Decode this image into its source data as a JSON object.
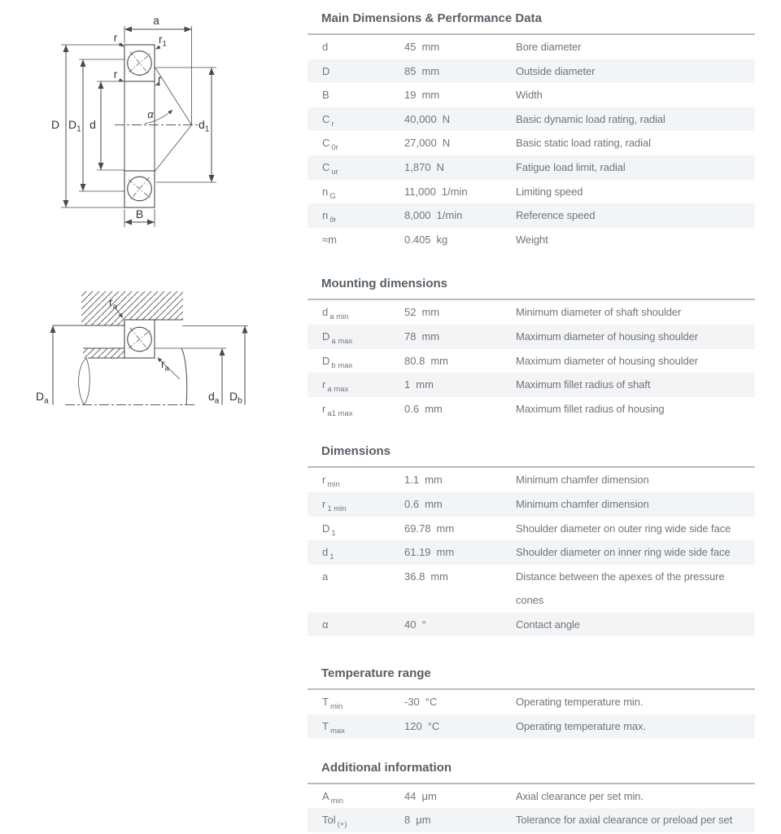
{
  "colors": {
    "section_header": "#575f66",
    "row_text": "#6f767c",
    "row_alt_bg": "#f3f4f6",
    "divider": "#b9bcbe",
    "diagram_stroke": "#4a4a4a"
  },
  "sections": [
    {
      "title": "Main Dimensions & Performance Data",
      "rows": [
        {
          "sym": "d",
          "sub": "",
          "value": "45",
          "unit": "mm",
          "desc": "Bore diameter"
        },
        {
          "sym": "D",
          "sub": "",
          "value": "85",
          "unit": "mm",
          "desc": "Outside diameter"
        },
        {
          "sym": "B",
          "sub": "",
          "value": "19",
          "unit": "mm",
          "desc": "Width"
        },
        {
          "sym": "C",
          "sub": "r",
          "value": "40,000",
          "unit": "N",
          "desc": "Basic dynamic load rating, radial"
        },
        {
          "sym": "C",
          "sub": "0r",
          "value": "27,000",
          "unit": "N",
          "desc": "Basic static load rating, radial"
        },
        {
          "sym": "C",
          "sub": "ur",
          "value": "1,870",
          "unit": "N",
          "desc": "Fatigue load limit, radial"
        },
        {
          "sym": "n",
          "sub": "G",
          "value": "11,000",
          "unit": "1/min",
          "desc": "Limiting speed"
        },
        {
          "sym": "n",
          "sub": "ϑr",
          "value": "8,000",
          "unit": "1/min",
          "desc": "Reference speed"
        },
        {
          "sym": "≈m",
          "sub": "",
          "value": "0.405",
          "unit": "kg",
          "desc": "Weight"
        }
      ]
    },
    {
      "title": "Mounting dimensions",
      "rows": [
        {
          "sym": "d",
          "sub": "a min",
          "value": "52",
          "unit": "mm",
          "desc": "Minimum diameter of shaft shoulder"
        },
        {
          "sym": "D",
          "sub": "a max",
          "value": "78",
          "unit": "mm",
          "desc": "Maximum diameter of housing shoulder"
        },
        {
          "sym": "D",
          "sub": "b max",
          "value": "80.8",
          "unit": "mm",
          "desc": "Maximum diameter of housing shoulder"
        },
        {
          "sym": "r",
          "sub": "a max",
          "value": "1",
          "unit": "mm",
          "desc": "Maximum fillet radius of shaft"
        },
        {
          "sym": "r",
          "sub": "a1 max",
          "value": "0.6",
          "unit": "mm",
          "desc": "Maximum fillet radius of housing"
        }
      ]
    },
    {
      "title": "Dimensions",
      "rows": [
        {
          "sym": "r",
          "sub": "min",
          "value": "1.1",
          "unit": "mm",
          "desc": "Minimum chamfer dimension"
        },
        {
          "sym": "r",
          "sub": "1 min",
          "value": "0.6",
          "unit": "mm",
          "desc": "Minimum chamfer dimension"
        },
        {
          "sym": "D",
          "sub": "1",
          "value": "69.78",
          "unit": "mm",
          "desc": "Shoulder diameter on outer ring wide side face"
        },
        {
          "sym": "d",
          "sub": "1",
          "value": "61.19",
          "unit": "mm",
          "desc": "Shoulder diameter on inner ring wide side face"
        },
        {
          "sym": "a",
          "sub": "",
          "value": "36.8",
          "unit": "mm",
          "desc": "Distance between the apexes of the pressure cones"
        },
        {
          "sym": "α",
          "sub": "",
          "value": "40",
          "unit": "°",
          "desc": "Contact angle"
        }
      ]
    },
    {
      "title": "Temperature range",
      "rows": [
        {
          "sym": "T",
          "sub": "min",
          "value": "-30",
          "unit": "°C",
          "desc": "Operating temperature min."
        },
        {
          "sym": "T",
          "sub": "max",
          "value": "120",
          "unit": "°C",
          "desc": "Operating temperature max."
        }
      ]
    },
    {
      "title": "Additional information",
      "rows": [
        {
          "sym": "A",
          "sub": "min",
          "value": "44",
          "unit": "μm",
          "desc": "Axial clearance per set min."
        },
        {
          "sym": "Tol",
          "sub": "(+)",
          "value": "8",
          "unit": "μm",
          "desc": "Tolerance for axial clearance or preload per set"
        }
      ]
    }
  ],
  "diagrams": {
    "section_view": {
      "a": "a",
      "r_top_left": "r",
      "r1_main": "r",
      "r1_sub": "1",
      "r_mid_left": "r",
      "r_mid_right": "r",
      "alpha": "α",
      "D": "D",
      "D1_main": "D",
      "D1_sub": "1",
      "d": "d",
      "d1_main": "d",
      "d1_sub": "1",
      "B": "B"
    },
    "mounting_view": {
      "ra_top_main": "r",
      "ra_top_sub": "a",
      "ra_bottom_main": "r",
      "ra_bottom_sub": "a",
      "Da_main": "D",
      "Da_sub": "a",
      "da_main": "d",
      "da_sub": "a",
      "Db_main": "D",
      "Db_sub": "b"
    }
  }
}
